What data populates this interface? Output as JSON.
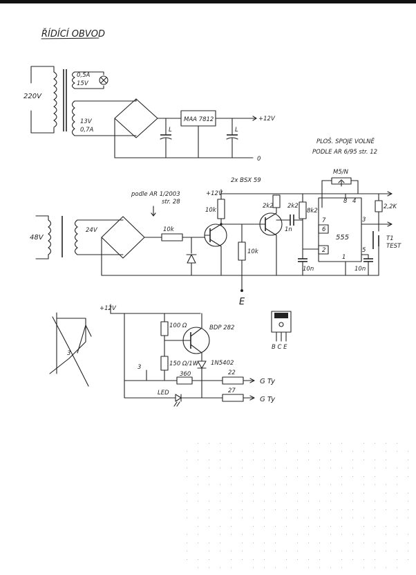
{
  "title": "ŘÍDÍCÍ OBVOD",
  "psu": {
    "mains": "220V",
    "tap1_current": "0,5A",
    "tap1_voltage": "15V",
    "tap2_voltage": "13V",
    "tap2_current": "0,7A",
    "regulator": "MAA 7812",
    "out_plus": "+12V",
    "gnd": "0",
    "cap1": "L",
    "cap2": "L"
  },
  "pcb_note": {
    "line1": "PLOŠ. SPOJE VOLNĚ",
    "line2": "PODLE AR 6/95 str. 12"
  },
  "driver": {
    "source": "podle AR 1/2003",
    "source_page": "str. 28",
    "input_voltage": "48V",
    "sec_voltage": "24V",
    "r_in": "10k",
    "supply": "+12V",
    "r_pull": "10k",
    "transistors": "2x BSX 59",
    "r_mid": "10k",
    "r_coll": "2k2",
    "c_coup_value": "2k2",
    "c_coup_unit": "1n",
    "r_timing": "8k2",
    "pot": "M5/N",
    "r_out": "2,2K",
    "ic": "555",
    "pin8": "8",
    "pin4": "4",
    "pin7": "7",
    "pin6": "6",
    "pin2": "2",
    "pin3": "3",
    "pin5": "5",
    "pin1": "1",
    "c_timing": "10n",
    "c_ctrl": "10n",
    "button": "T1",
    "button_label": "TEST",
    "node_e": "E"
  },
  "output_stage": {
    "supply": "+12V",
    "r1": "100 Ω",
    "r2": "150 Ω/1W",
    "transistor": "BDP 282",
    "diode": "1N5402",
    "r_led": "360",
    "led": "LED",
    "r_g1": "22",
    "r_g2": "27",
    "out1": "G Ty",
    "out2": "G Ty",
    "node3": "3",
    "tr_node": "3"
  },
  "pinout": {
    "pins": "B C E"
  }
}
